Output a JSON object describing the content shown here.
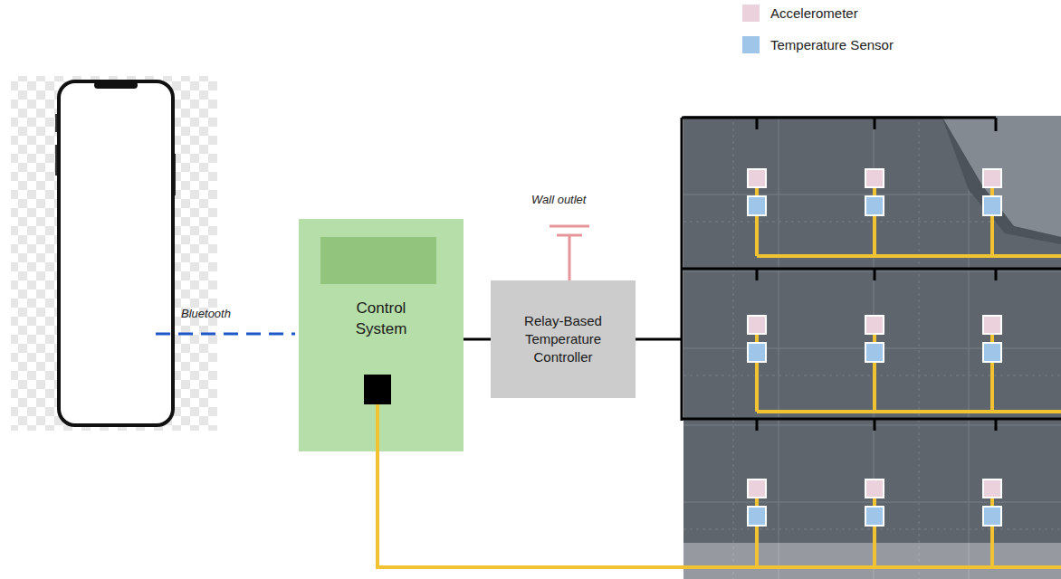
{
  "diagram": {
    "nodes": [
      {
        "text": [
          "Control System"
        ]
      },
      {
        "text": [
          "Relay-Based Temperature Controller"
        ]
      }
    ],
    "edges": [
      {
        "from": 0,
        "to": 1,
        "arrow": "none"
      }
    ],
    "labels": [
      "Bluetooth",
      "Wall outlet"
    ],
    "legend": [
      {
        "text": "Accelerometer",
        "color": "#ead1dc"
      },
      {
        "text": "Temperature Sensor",
        "color": "#9fc5e8"
      }
    ]
  }
}
